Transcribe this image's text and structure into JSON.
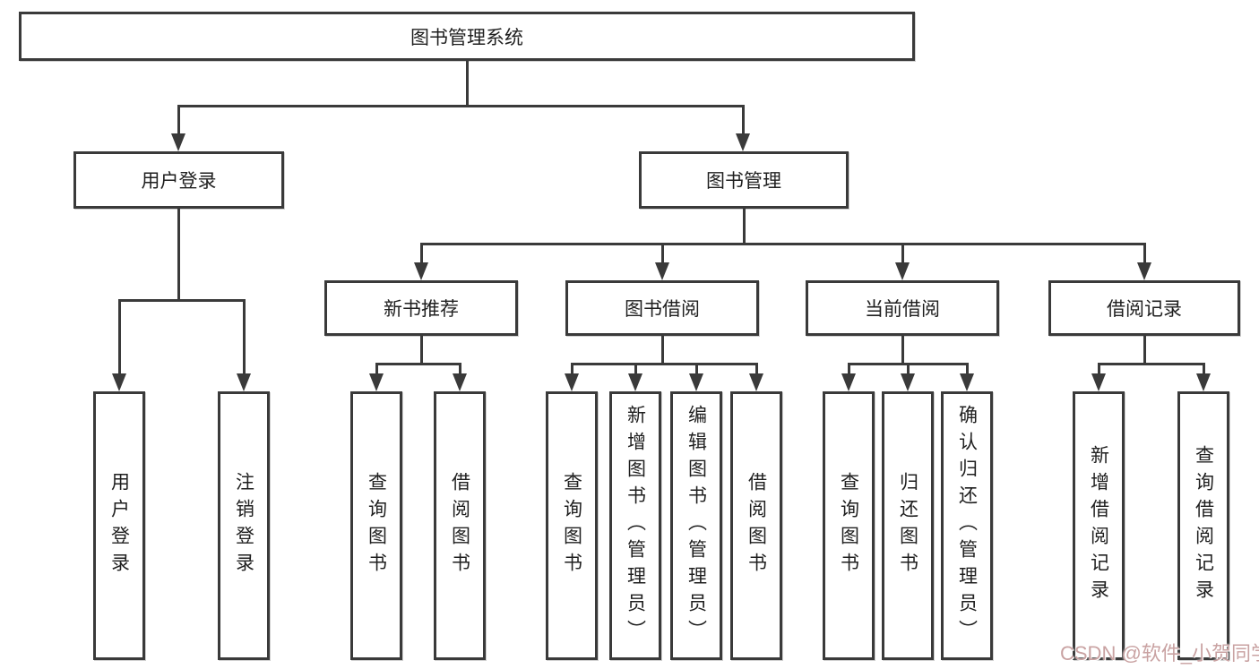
{
  "tree": {
    "root": {
      "label": "图书管理系统"
    },
    "branches": [
      {
        "label": "用户登录",
        "children": [
          {
            "label": "用户登录"
          },
          {
            "label": "注销登录"
          }
        ]
      },
      {
        "label": "图书管理",
        "children": [
          {
            "label": "新书推荐",
            "children": [
              {
                "label": "查询图书"
              },
              {
                "label": "借阅图书"
              }
            ]
          },
          {
            "label": "图书借阅",
            "children": [
              {
                "label": "查询图书"
              },
              {
                "label": "新增图书（管理员）"
              },
              {
                "label": "编辑图书（管理员）"
              },
              {
                "label": "借阅图书"
              }
            ]
          },
          {
            "label": "当前借阅",
            "children": [
              {
                "label": "查询图书"
              },
              {
                "label": "归还图书"
              },
              {
                "label": "确认归还（管理员）"
              }
            ]
          },
          {
            "label": "借阅记录",
            "children": [
              {
                "label": "新增借阅记录"
              },
              {
                "label": "查询借阅记录"
              }
            ]
          }
        ]
      }
    ]
  },
  "watermark": {
    "text": "CSDN @软件_小贺同学",
    "color": "#c9a2a2"
  },
  "colors": {
    "line": "#3a3a3a",
    "box_border": "#3a3a3a",
    "box_background": "#ffffff",
    "text": "#1f1f1f",
    "background": "#ffffff"
  }
}
